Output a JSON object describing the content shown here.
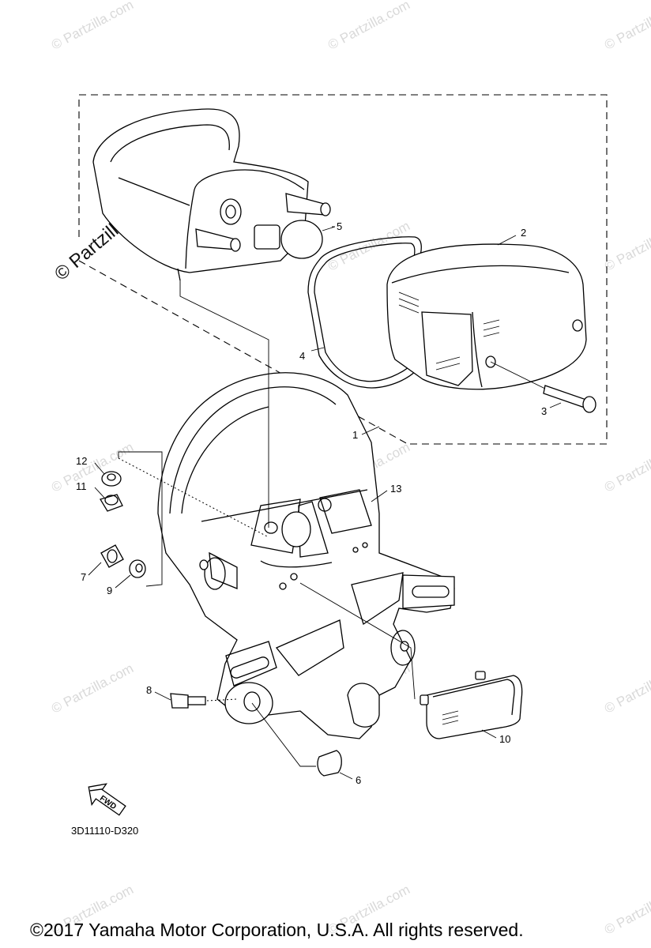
{
  "watermark": {
    "text": "© Partzilla.com",
    "repeat_text": "© Partzilla.com"
  },
  "diagram": {
    "callouts": {
      "n1": "1",
      "n2": "2",
      "n3": "3",
      "n4": "4",
      "n5": "5",
      "n6": "6",
      "n7": "7",
      "n8": "8",
      "n9": "9",
      "n10": "10",
      "n11": "11",
      "n12": "12",
      "n13": "13"
    },
    "fwd_label": "FWD",
    "diagram_code": "3D11110-D320"
  },
  "footer": {
    "copyright": "©2017  Yamaha Motor Corporation, U.S.A. All rights reserved."
  }
}
